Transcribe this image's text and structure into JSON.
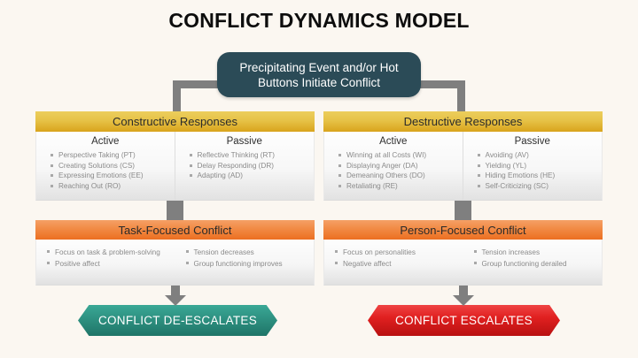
{
  "title": "CONFLICT DYNAMICS MODEL",
  "trigger": {
    "line1": "Precipitating Event and/or Hot",
    "line2": "Buttons Initiate Conflict"
  },
  "colors": {
    "background": "#fbf7f1",
    "trigger": "#2b4b57",
    "responses_header": "#d9a41c",
    "conflict_header": "#ec6f21",
    "connector": "#7f7f7f",
    "deescalate": "#2f9383",
    "escalate": "#e12020"
  },
  "branches": [
    {
      "responses_title": "Constructive Responses",
      "columns": [
        {
          "title": "Active",
          "items": [
            "Perspective Taking (PT)",
            "Creating Solutions (CS)",
            "Expressing Emotions (EE)",
            "Reaching Out (RO)"
          ]
        },
        {
          "title": "Passive",
          "items": [
            "Reflective Thinking (RT)",
            "Delay Responding (DR)",
            "Adapting (AD)"
          ]
        }
      ],
      "conflict_title": "Task-Focused Conflict",
      "conflict_columns": [
        {
          "items": [
            "Focus on task & problem-solving",
            "Positive affect"
          ]
        },
        {
          "items": [
            "Tension decreases",
            "Group functioning improves"
          ]
        }
      ],
      "outcome": "CONFLICT DE-ESCALATES"
    },
    {
      "responses_title": "Destructive Responses",
      "columns": [
        {
          "title": "Active",
          "items": [
            "Winning at all Costs (WI)",
            "Displaying Anger (DA)",
            "Demeaning Others (DO)",
            "Retaliating (RE)"
          ]
        },
        {
          "title": "Passive",
          "items": [
            "Avoiding (AV)",
            "Yielding (YL)",
            "Hiding Emotions (HE)",
            "Self-Criticizing (SC)"
          ]
        }
      ],
      "conflict_title": "Person-Focused Conflict",
      "conflict_columns": [
        {
          "items": [
            "Focus on personalities",
            "Negative affect"
          ]
        },
        {
          "items": [
            "Tension increases",
            "Group functioning derailed"
          ]
        }
      ],
      "outcome": "CONFLICT ESCALATES"
    }
  ]
}
